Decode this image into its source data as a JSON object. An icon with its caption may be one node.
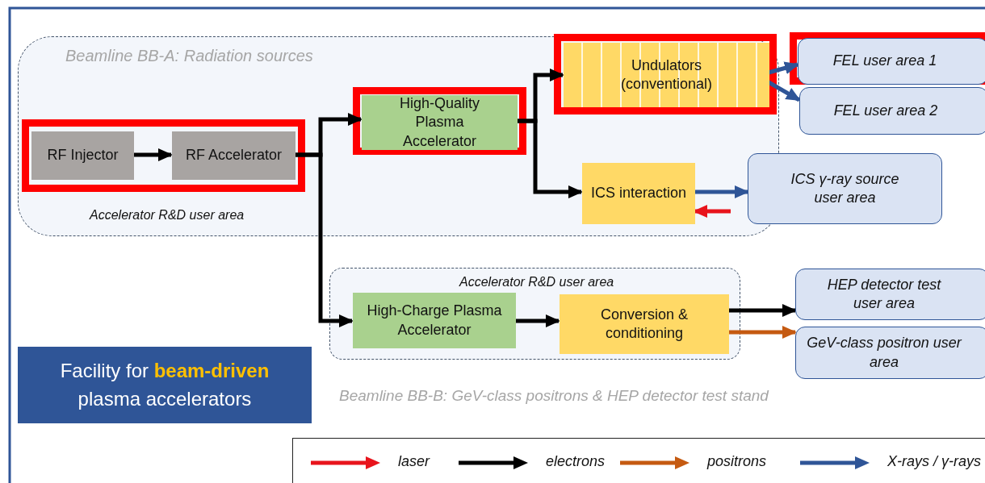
{
  "diagram": {
    "nodes": [
      {
        "text": [
          "Beamline BB-A: Radiation sources",
          "Accelerator R&D user area"
        ]
      },
      {
        "text": [
          "RF Injector"
        ],
        "in": 0
      },
      {
        "text": [
          "RF Accelerator"
        ],
        "in": 0
      },
      {
        "text": [
          "High-Quality Plasma Accelerator"
        ],
        "in": 0
      },
      {
        "text": [
          "Undulators (conventional)"
        ],
        "in": 0
      },
      {
        "text": [
          "ICS interaction"
        ],
        "in": 0
      },
      {
        "text": [
          "FEL user area 1"
        ]
      },
      {
        "text": [
          "FEL user area 2"
        ]
      },
      {
        "text": [
          "ICS γ-ray source user area"
        ]
      },
      {
        "text": [
          "Accelerator R&D user area"
        ],
        "beside": [
          "Beamline BB-B: GeV-class positrons & HEP detector test stand"
        ]
      },
      {
        "text": [
          "High-Charge Plasma Accelerator"
        ],
        "in": 9
      },
      {
        "text": [
          "Conversion & conditioning"
        ],
        "in": 9
      },
      {
        "text": [
          "HEP detector test user area"
        ]
      },
      {
        "text": [
          "GeV-class positron user area"
        ]
      },
      {
        "text": [
          "Facility for **beam-driven** plasma accelerators"
        ]
      }
    ],
    "edges": [
      {
        "from": 1,
        "to": 2,
        "arrow": "to"
      },
      {
        "from": 2,
        "to": 3,
        "arrow": "to"
      },
      {
        "from": 2,
        "to": 10,
        "arrow": "to"
      },
      {
        "from": 3,
        "to": 4,
        "arrow": "to"
      },
      {
        "from": 3,
        "to": 5,
        "arrow": "to"
      },
      {
        "from": 4,
        "to": 6,
        "arrow": "to",
        "color": "#2f5597"
      },
      {
        "from": 4,
        "to": 7,
        "arrow": "to",
        "color": "#2f5597"
      },
      {
        "from": 5,
        "to": 8,
        "arrow": "to",
        "color": "#2f5597"
      },
      {
        "from": null,
        "to": 5,
        "arrow": "to",
        "color": "#e8141c"
      },
      {
        "from": 10,
        "to": 11,
        "arrow": "to"
      },
      {
        "from": 11,
        "to": 12,
        "arrow": "to"
      },
      {
        "from": 11,
        "to": 13,
        "arrow": "to",
        "color": "#c55a11"
      }
    ],
    "legend": [
      {
        "text": "laser"
      },
      {
        "text": "electrons"
      },
      {
        "text": "positrons"
      },
      {
        "text": "X-rays / γ-rays"
      }
    ]
  }
}
